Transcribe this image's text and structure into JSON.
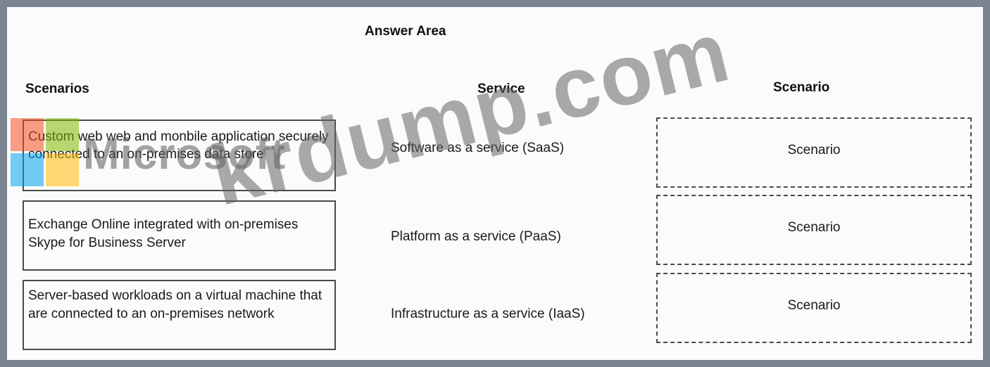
{
  "header": {
    "title": "Answer Area"
  },
  "columns": {
    "scenarios": "Scenarios",
    "service": "Service",
    "scenario": "Scenario"
  },
  "scenario_items": [
    {
      "text": "Custom web web and monbile application securely connected to an on-premises data store"
    },
    {
      "text": "Exchange Online integrated with on-premises Skype for Business Server"
    },
    {
      "text": "Server-based workloads on a virtual machine that are connected to an on-premises network"
    }
  ],
  "services": [
    {
      "label": "Software as a service (SaaS)"
    },
    {
      "label": "Platform as a service (PaaS)"
    },
    {
      "label": "Infrastructure as a service (IaaS)"
    }
  ],
  "drop_targets": [
    {
      "label": "Scenario"
    },
    {
      "label": "Scenario"
    },
    {
      "label": "Scenario"
    }
  ],
  "watermark": {
    "brand": "Microsoft",
    "site": "krdump.com",
    "logo_colors": [
      "#f25022",
      "#7fba00",
      "#00a4ef",
      "#ffb900"
    ]
  }
}
